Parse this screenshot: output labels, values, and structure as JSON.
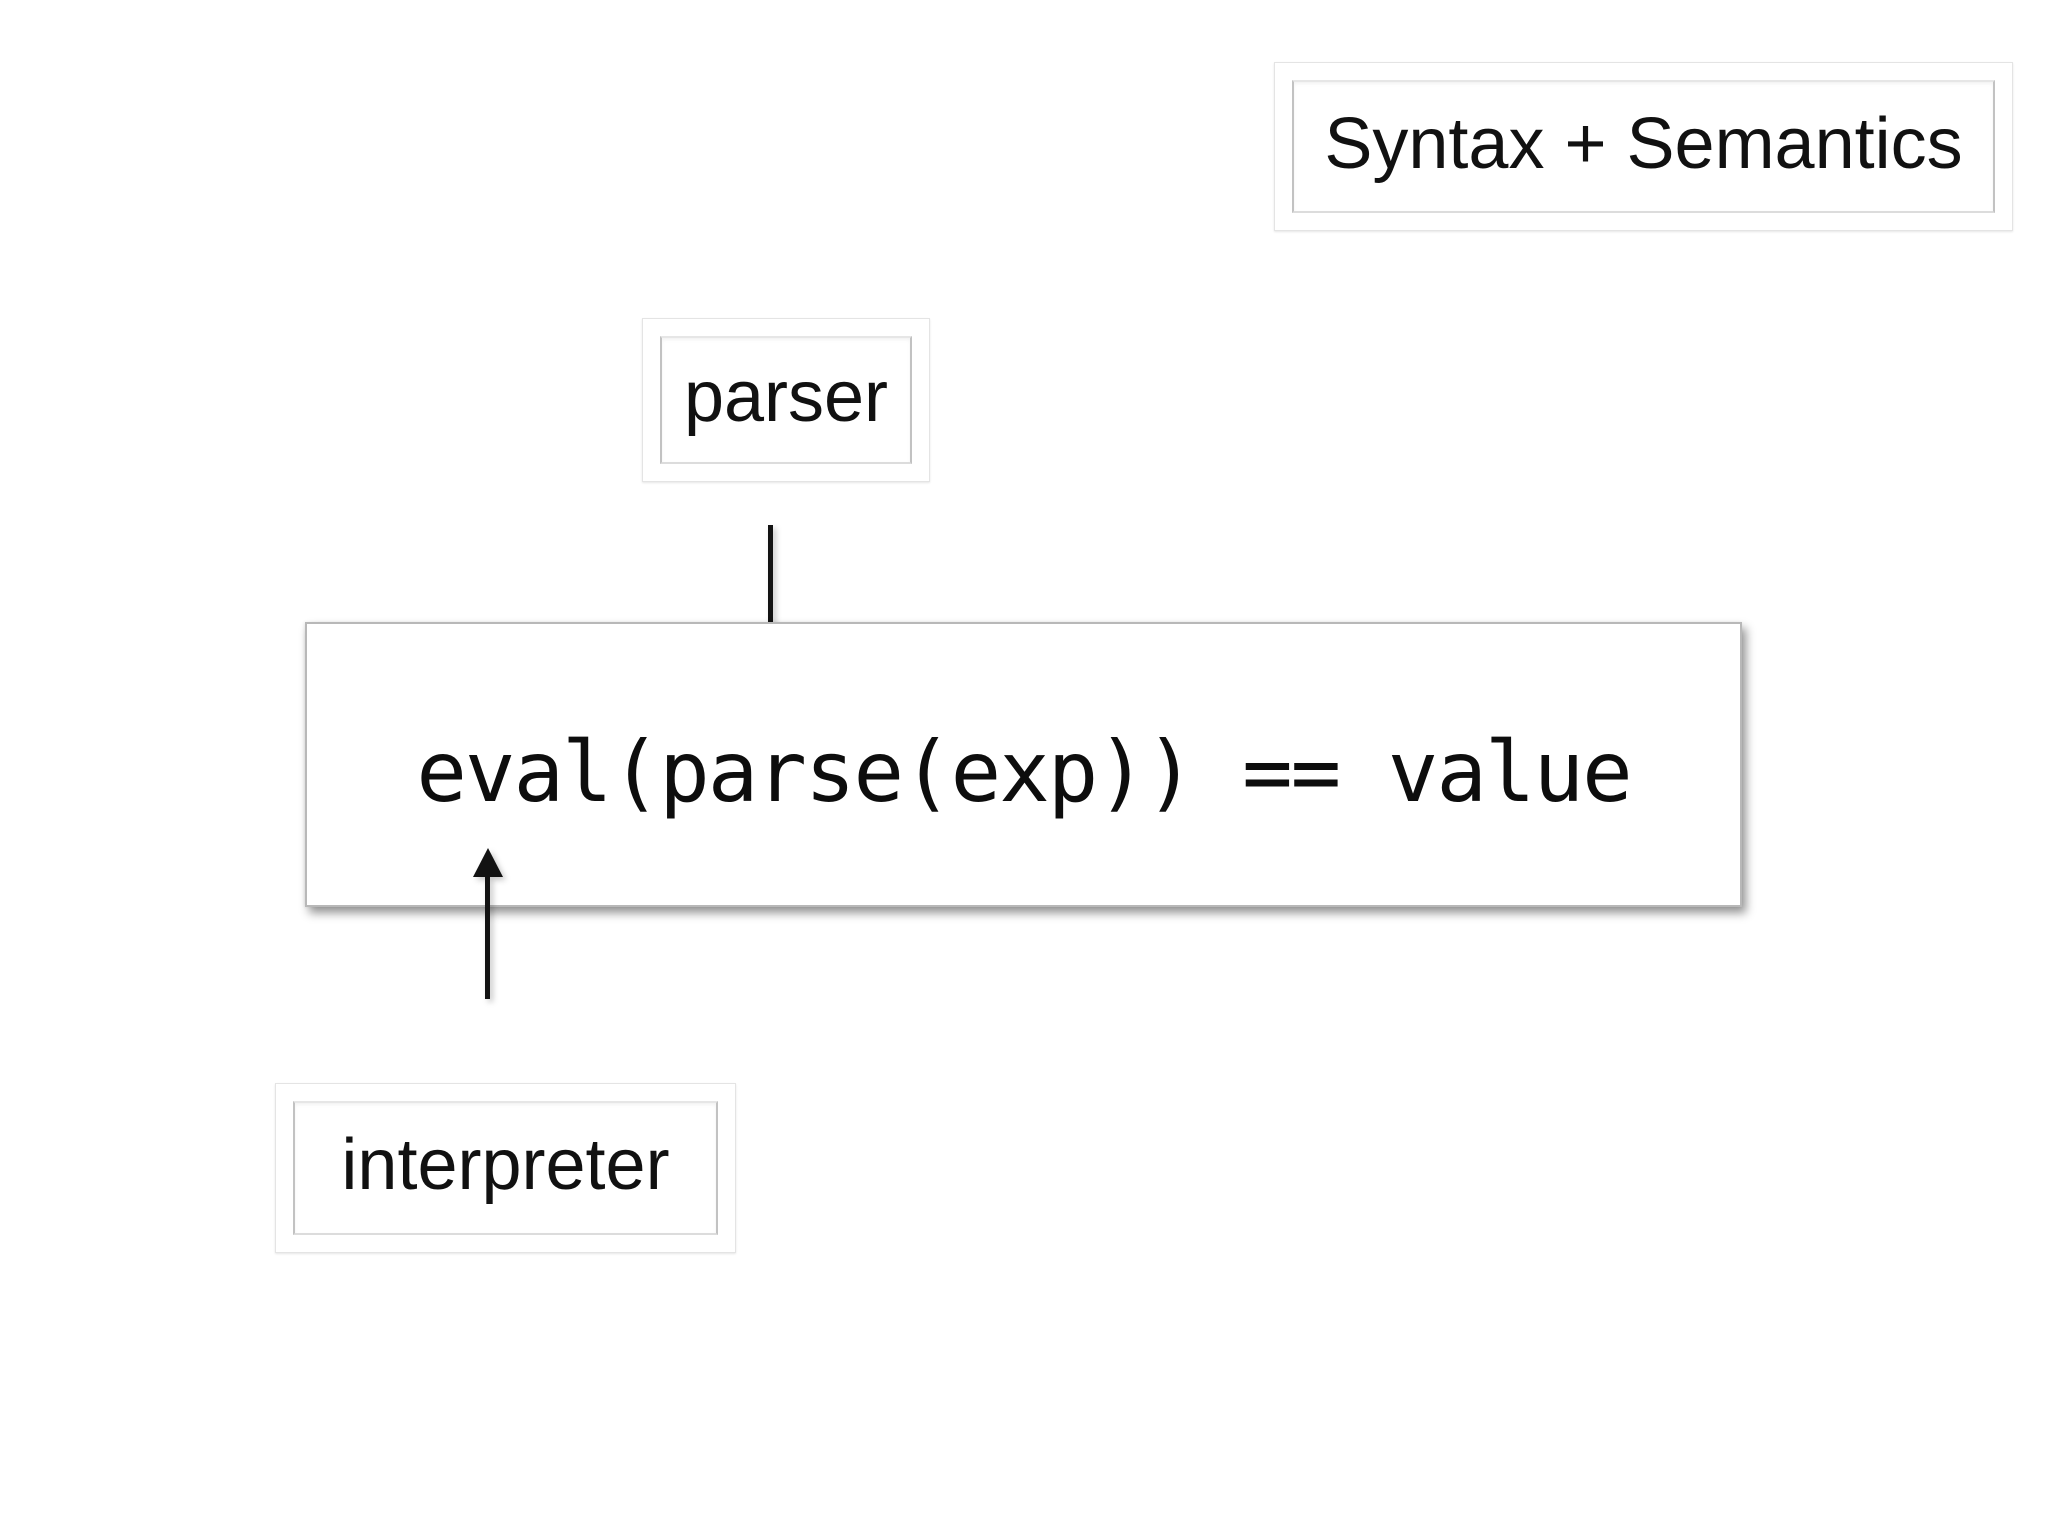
{
  "title_box": {
    "label": "Syntax + Semantics"
  },
  "parser_box": {
    "label": "parser"
  },
  "interpreter_box": {
    "label": "interpreter"
  },
  "equation_box": {
    "expression": "eval(parse(exp)) == value"
  },
  "arrows": {
    "parser_to_equation": {
      "direction": "down"
    },
    "interpreter_to_equation": {
      "direction": "up"
    }
  },
  "colors": {
    "background": "#ffffff",
    "text": "#111111",
    "box_fill": "#ffffff",
    "equation_box_border": "#b8b8b8",
    "inner_frame_border": "#c2c2c2",
    "arrow": "#131313"
  }
}
